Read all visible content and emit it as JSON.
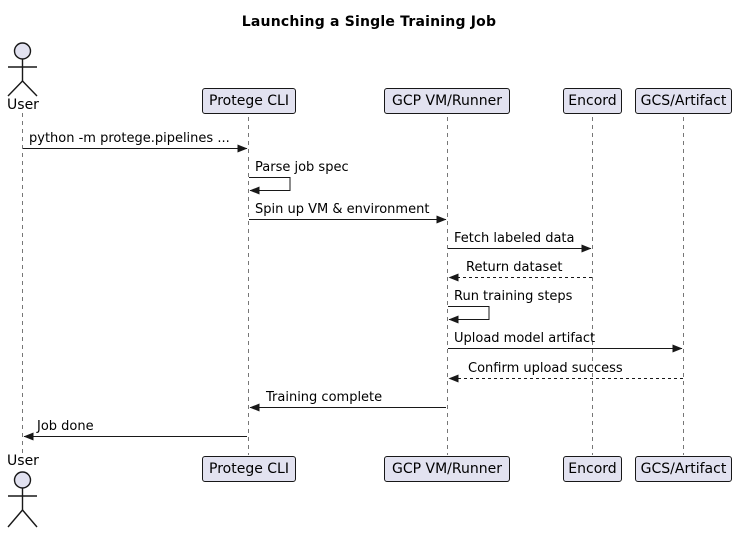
{
  "title": "Launching a Single Training Job",
  "diagram_type": "sequence",
  "colors": {
    "participant_fill": "#E2E2F0",
    "participant_border": "#181818",
    "lifeline": "#777777",
    "arrow": "#181818",
    "text": "#000000"
  },
  "participants": [
    {
      "label": "User",
      "kind": "actor"
    },
    {
      "label": "Protege CLI",
      "kind": "participant"
    },
    {
      "label": "GCP VM/Runner",
      "kind": "participant"
    },
    {
      "label": "Encord",
      "kind": "participant"
    },
    {
      "label": "GCS/Artifact",
      "kind": "participant"
    }
  ],
  "messages": [
    {
      "from": "User",
      "to": "Protege CLI",
      "label": "python -m protege.pipelines ...",
      "line": "solid"
    },
    {
      "from": "Protege CLI",
      "to": "Protege CLI",
      "label": "Parse job spec",
      "line": "self"
    },
    {
      "from": "Protege CLI",
      "to": "GCP VM/Runner",
      "label": "Spin up VM & environment",
      "line": "solid"
    },
    {
      "from": "GCP VM/Runner",
      "to": "Encord",
      "label": "Fetch labeled data",
      "line": "solid"
    },
    {
      "from": "Encord",
      "to": "GCP VM/Runner",
      "label": "Return dataset",
      "line": "dashed"
    },
    {
      "from": "GCP VM/Runner",
      "to": "GCP VM/Runner",
      "label": "Run training steps",
      "line": "self"
    },
    {
      "from": "GCP VM/Runner",
      "to": "GCS/Artifact",
      "label": "Upload model artifact",
      "line": "solid"
    },
    {
      "from": "GCS/Artifact",
      "to": "GCP VM/Runner",
      "label": "Confirm upload success",
      "line": "dashed"
    },
    {
      "from": "GCP VM/Runner",
      "to": "Protege CLI",
      "label": "Training complete",
      "line": "solid"
    },
    {
      "from": "Protege CLI",
      "to": "User",
      "label": "Job done",
      "line": "solid"
    }
  ]
}
